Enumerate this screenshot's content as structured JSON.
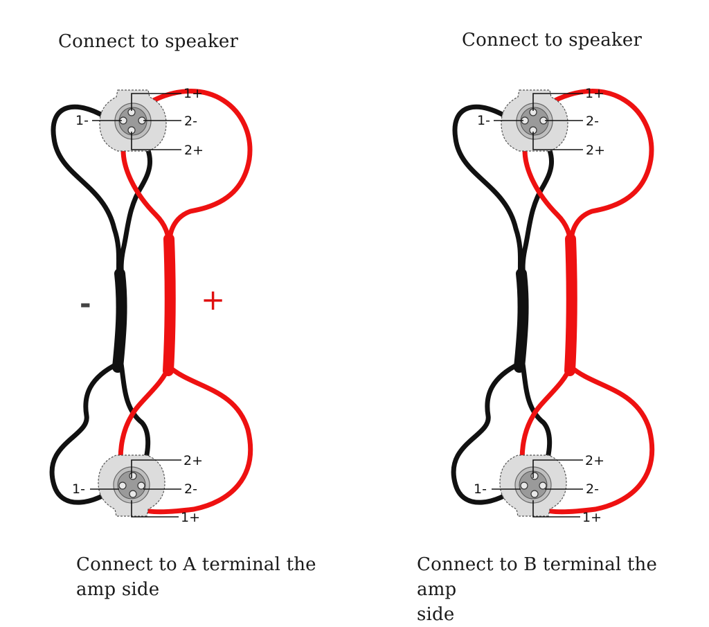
{
  "captions": {
    "left_top": "Connect to speaker",
    "right_top": "Connect to speaker",
    "left_bottom_line1": "Connect to A terminal the",
    "left_bottom_line2": "amp side",
    "right_bottom_line1": "Connect to B terminal the amp",
    "right_bottom_line2": "side"
  },
  "connector_top_labels": {
    "pin_1_plus": "1+",
    "pin_1_minus": "1-",
    "pin_2_minus": "2-",
    "pin_2_plus": "2+"
  },
  "connector_bottom_labels": {
    "pin_2_plus": "2+",
    "pin_1_minus": "1-",
    "pin_2_minus": "2-",
    "pin_1_plus": "1+"
  },
  "polarity": {
    "negative": "-",
    "positive": "+"
  },
  "colors": {
    "positive_wire": "#ee1111",
    "negative_wire": "#111111",
    "connector_body": "#d9d9d9",
    "connector_outline": "#555555"
  }
}
